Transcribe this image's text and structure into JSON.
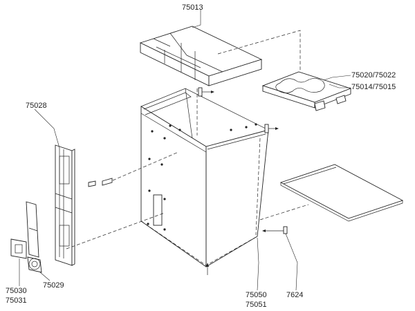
{
  "labels": {
    "l75013": "75013",
    "l75020": "75020/75022",
    "l75014": "75014/75015",
    "l75028": "75028",
    "l75030": "75030",
    "l75031": "75031",
    "l75029": "75029",
    "l75050": "75050",
    "l75051": "75051",
    "l7624": "7624"
  }
}
